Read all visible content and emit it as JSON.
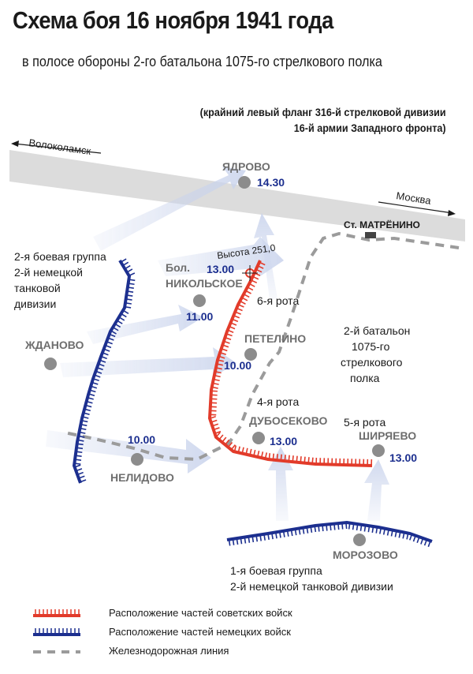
{
  "header": {
    "title": "Схема боя 16 ноября 1941 года",
    "subtitle": "в полосе обороны 2-го батальона 1075-го стрелкового полка",
    "note_line1": "(крайний левый фланг 316-й стрелковой дивизии",
    "note_line2": "16-й армии Западного фронта)"
  },
  "map": {
    "roads": {
      "volokolamsk": "Волоколамск",
      "moskva": "Москва"
    },
    "station": "Ст. МАТРЁНИНО",
    "height_label": "Высота 251,0",
    "villages": {
      "yadrovo": {
        "name": "ЯДРОВО",
        "time": "14.30"
      },
      "bol_label": "Бол.",
      "nikolskoe": {
        "name": "НИКОЛЬСКОЕ",
        "time": "11.00"
      },
      "height_time": "13.00",
      "petelino": {
        "name": "ПЕТЕЛИНО",
        "time": "10.00"
      },
      "zhdanovo": {
        "name": "ЖДАНОВО"
      },
      "dubosekovo": {
        "name": "ДУБОСЕКОВО",
        "time": "13.00"
      },
      "shiryaevo": {
        "name": "ШИРЯЕВО",
        "time": "13.00"
      },
      "nelidovo": {
        "name": "НЕЛИДОВО",
        "time": "10.00"
      },
      "morozovo": {
        "name": "МОРОЗОВО"
      }
    },
    "companies": {
      "company6": "6-я рота",
      "company4": "4-я рота",
      "company5": "5-я рота"
    },
    "battalion": [
      "2-й батальон",
      "1075-го",
      "стрелкового",
      "полка"
    ],
    "german_group2": [
      "2-я боевая группа",
      "2-й немецкой",
      "танковой",
      "дивизии"
    ],
    "german_group1": [
      "1-я боевая группа",
      "2-й немецкой танковой дивизии"
    ],
    "colors": {
      "soviet": "#e23b2a",
      "german": "#1c2f8f",
      "railway": "#9b9b9b",
      "road": "#dcdcdc",
      "arrow": "#c9d3ec",
      "time": "#1c2f8f",
      "village": "#8c8c8c"
    }
  },
  "legend": {
    "soviet": "Расположение частей советских войск",
    "german": "Расположение частей немецких войск",
    "railway": "Железнодорожная линия"
  }
}
